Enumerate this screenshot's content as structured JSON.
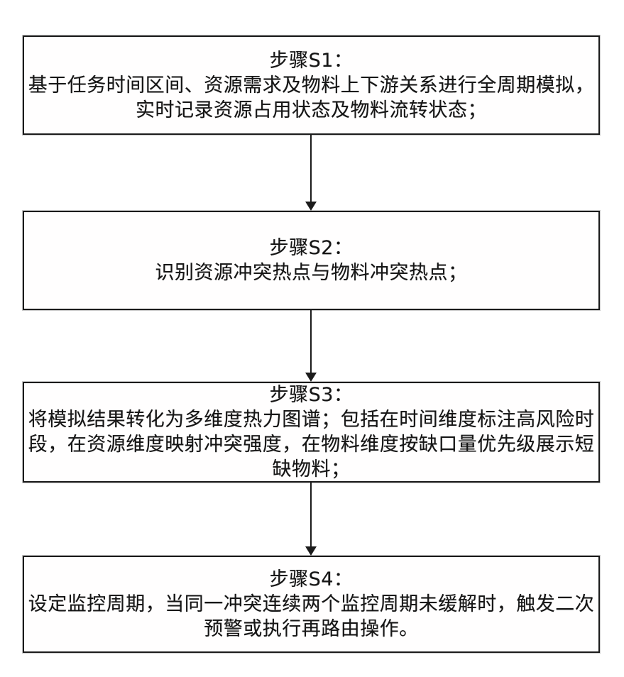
{
  "figure": {
    "kind": "flowchart",
    "background_color": "#ffffff",
    "line_color": "#1b1b1b",
    "text_color": "#161616"
  },
  "steps": [
    {
      "id": "S1",
      "title": "步骤S1：",
      "lines": [
        "基于任务时间区间、资源需求及物料上下游关系进行全周期模拟，",
        "实时记录资源占用状态及物料流转状态；"
      ]
    },
    {
      "id": "S2",
      "title": "步骤S2：",
      "lines": [
        "识别资源冲突热点与物料冲突热点；"
      ]
    },
    {
      "id": "S3",
      "title": "步骤S3：",
      "lines": [
        "将模拟结果转化为多维度热力图谱；包括在时间维度标注高风险时",
        "段，在资源维度映射冲突强度，在物料维度按缺口量优先级展示短",
        "缺物料；"
      ]
    },
    {
      "id": "S4",
      "title": "步骤S4：",
      "lines": [
        "设定监控周期，当同一冲突连续两个监控周期未缓解时，触发二次",
        "预警或执行再路由操作。"
      ]
    }
  ]
}
